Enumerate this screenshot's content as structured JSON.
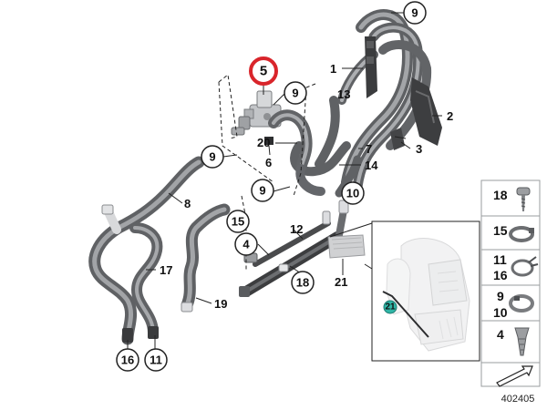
{
  "diagram_id": "402405",
  "highlighted_part": "5",
  "callouts": {
    "c9_top": "9",
    "c5": "5",
    "c9_valve": "9",
    "c9_left": "9",
    "c9_mid": "9",
    "c10": "10",
    "c15": "15",
    "c4": "4",
    "c18": "18",
    "c16": "16",
    "c11": "11"
  },
  "labels": {
    "l1": "1",
    "l13": "13",
    "l2": "2",
    "l20": "20",
    "l6": "6",
    "l7": "7",
    "l3": "3",
    "l14": "14",
    "l8": "8",
    "l12": "12",
    "l17": "17",
    "l19": "19",
    "l21": "21",
    "inset21": "21"
  },
  "sidebar": [
    {
      "num1": "18",
      "num2": ""
    },
    {
      "num1": "15",
      "num2": ""
    },
    {
      "num1": "11",
      "num2": "16"
    },
    {
      "num1": "9",
      "num2": "10"
    },
    {
      "num1": "4",
      "num2": ""
    }
  ],
  "colors": {
    "highlight": "#d9252b",
    "hose": "#6e7073",
    "hose_light": "#b8babd",
    "teal": "#2fb5a6"
  }
}
